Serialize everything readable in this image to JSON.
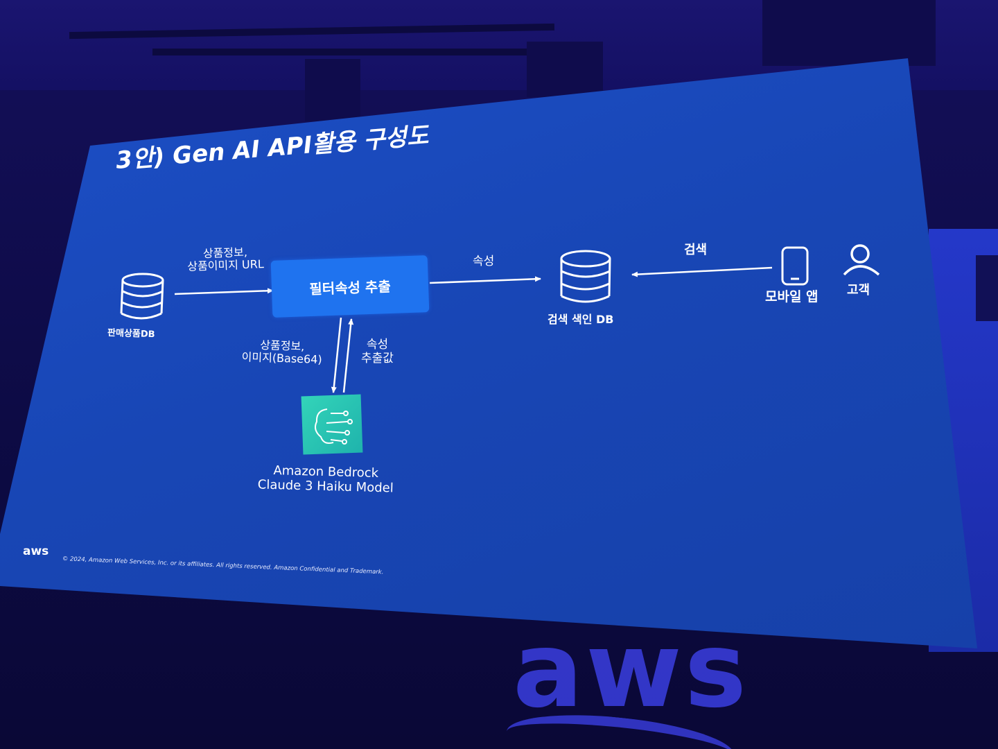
{
  "slide": {
    "title": "3안) Gen AI API활용 구성도",
    "footer_logo": "aws",
    "copyright": "© 2024, Amazon Web Services, Inc. or its affiliates. All rights reserved. Amazon Confidential and Trademark."
  },
  "nodes": {
    "sales_db": "판매상품DB",
    "filter_extract": "필터속성 추출",
    "search_index_db": "검색 색인 DB",
    "mobile_app": "모바일 앱",
    "customer": "고객",
    "bedrock": "Amazon Bedrock\nClaude 3 Haiku Model"
  },
  "edges": {
    "db_to_filter": "상품정보,\n상품이미지 URL",
    "filter_to_index": "속성",
    "app_to_index": "검색",
    "filter_to_bedrock": "상품정보,\n이미지(Base64)",
    "bedrock_to_filter": "속성\n추출값"
  },
  "stage": {
    "backdrop_logo": "aws"
  },
  "colors": {
    "screen": "#1846b5",
    "process_box": "#1f73ef",
    "bedrock_icon": "#2cc7b3",
    "text": "#ffffff"
  }
}
